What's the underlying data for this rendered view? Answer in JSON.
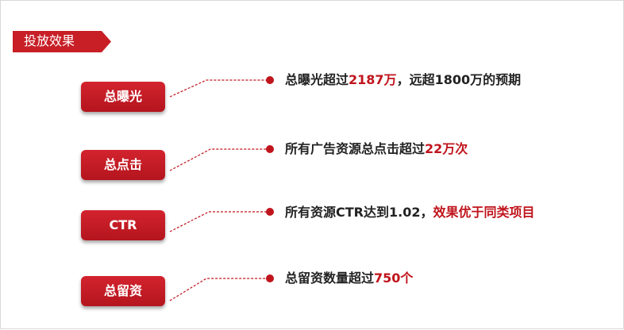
{
  "section_title": "投放效果",
  "colors": {
    "accent_red": "#c0141c",
    "text_dark": "#222222"
  },
  "items": [
    {
      "badge": "总曝光",
      "desc": {
        "prefix": "总曝光超过",
        "highlight": "2187万",
        "suffix": "，远超1800万的预期"
      }
    },
    {
      "badge": "总点击",
      "desc": {
        "prefix": "所有广告资源总点击超过",
        "highlight": "22万次",
        "suffix": ""
      }
    },
    {
      "badge": "CTR",
      "desc": {
        "prefix": "所有资源CTR达到1.02，",
        "highlight": "效果优于同类项目",
        "suffix": ""
      }
    },
    {
      "badge": "总留资",
      "desc": {
        "prefix": "总留资数量超过",
        "highlight": "750个",
        "suffix": ""
      }
    }
  ]
}
